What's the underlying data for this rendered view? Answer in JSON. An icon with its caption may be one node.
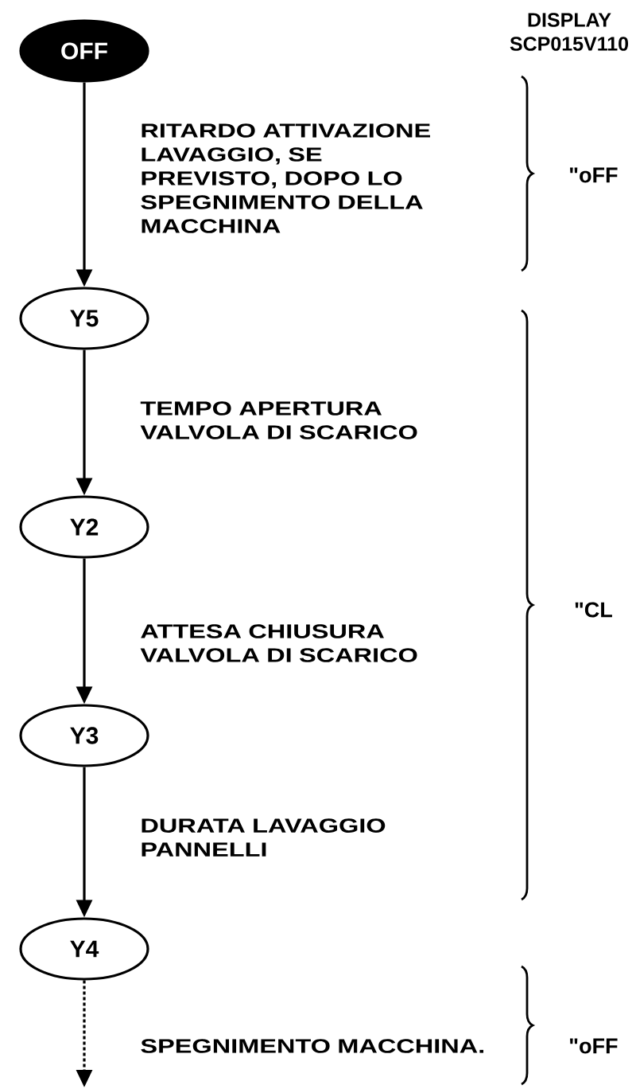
{
  "diagram": {
    "nodes": [
      {
        "text": [
          "OFF"
        ]
      },
      {
        "text": [
          "Y5"
        ]
      },
      {
        "text": [
          "Y2"
        ]
      },
      {
        "text": [
          "Y3"
        ]
      },
      {
        "text": [
          "Y4"
        ]
      }
    ],
    "edges": [
      {
        "from": 0,
        "to": 1,
        "arrow": "to",
        "label": "RITARDO ATTIVAZIONE LAVAGGIO, SE PREVISTO, DOPO LO SPEGNIMENTO DELLA MACCHINA"
      },
      {
        "from": 1,
        "to": 2,
        "arrow": "to",
        "label": "TEMPO APERTURA VALVOLA DI SCARICO"
      },
      {
        "from": 2,
        "to": 3,
        "arrow": "to",
        "label": "ATTESA CHIUSURA VALVOLA DI SCARICO"
      },
      {
        "from": 3,
        "to": 4,
        "arrow": "to",
        "label": "DURATA LAVAGGIO PANNELLI"
      },
      {
        "from": 4,
        "to": null,
        "arrow": "to",
        "style": "dashed",
        "label": "SPEGNIMENTO MACCHINA."
      }
    ],
    "labels": [
      "DISPLAY SCP015V110",
      "\"oFF",
      "\"CL",
      "\"oFF"
    ]
  }
}
